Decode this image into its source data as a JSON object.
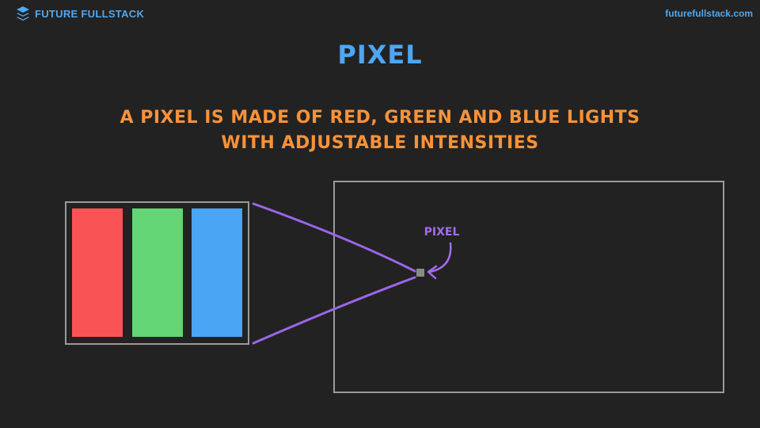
{
  "header": {
    "brand_name": "FUTURE FULLSTACK",
    "site_link": "futurefullstack.com",
    "logo_icon": "stacked-layers-icon"
  },
  "slide": {
    "title": "PIXEL",
    "subtitle_line1": "A PIXEL IS MADE OF RED, GREEN AND BLUE LIGHTS",
    "subtitle_line2": "WITH ADJUSTABLE INTENSITIES"
  },
  "diagram": {
    "pixel_label": "PIXEL",
    "subpixels": [
      {
        "name": "red",
        "color": "#f95355"
      },
      {
        "name": "green",
        "color": "#63d574"
      },
      {
        "name": "blue",
        "color": "#4ba5f5"
      }
    ],
    "colors": {
      "frame": "#9a9a9a",
      "connector": "#9a66e8",
      "pixel_dot": "#8a8a8a",
      "label": "#a56bf0"
    }
  }
}
